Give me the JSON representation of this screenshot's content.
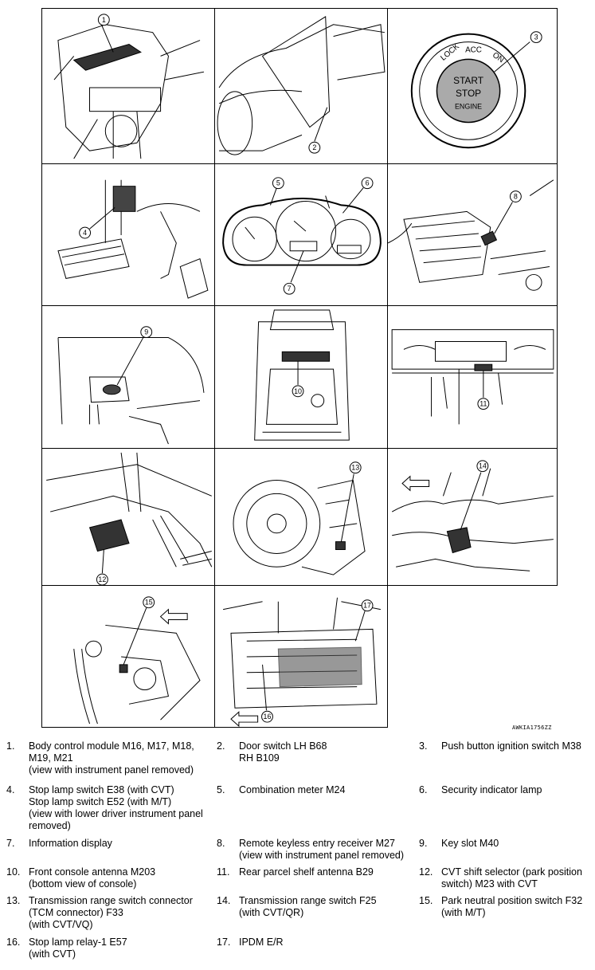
{
  "drawing_id": "AWKIA1756ZZ",
  "ignition_labels": {
    "lock": "LOCK",
    "acc": "ACC",
    "on": "ON",
    "start": "START",
    "stop": "STOP",
    "engine": "ENGINE"
  },
  "callouts": [
    "1",
    "2",
    "3",
    "4",
    "5",
    "6",
    "7",
    "8",
    "9",
    "10",
    "11",
    "12",
    "13",
    "14",
    "15",
    "16",
    "17"
  ],
  "legend": [
    {
      "num": "1.",
      "text": "Body control module M16, M17, M18,\nM19, M21\n(view with instrument panel removed)"
    },
    {
      "num": "2.",
      "text": "Door switch LH B68\nRH B109"
    },
    {
      "num": "3.",
      "text": "Push button ignition switch M38"
    },
    {
      "num": "4.",
      "text": "Stop lamp switch E38 (with CVT)\nStop lamp switch E52 (with M/T)\n(view with lower driver instrument panel\nremoved)"
    },
    {
      "num": "5.",
      "text": "Combination meter M24"
    },
    {
      "num": "6.",
      "text": "Security indicator lamp"
    },
    {
      "num": "7.",
      "text": "Information display"
    },
    {
      "num": "8.",
      "text": "Remote keyless entry receiver M27\n(view with instrument panel removed)"
    },
    {
      "num": "9.",
      "text": "Key slot M40"
    },
    {
      "num": "10.",
      "text": "Front console antenna M203\n(bottom view of console)"
    },
    {
      "num": "11.",
      "text": " Rear parcel shelf antenna B29"
    },
    {
      "num": "12.",
      "text": "CVT shift selector (park position\nswitch) M23 with CVT"
    },
    {
      "num": "13.",
      "text": "Transmission range switch connector\n(TCM connector) F33\n(with CVT/VQ)"
    },
    {
      "num": "14.",
      "text": "Transmission range switch F25\n(with CVT/QR)"
    },
    {
      "num": "15.",
      "text": "Park neutral position switch F32\n(with M/T)"
    },
    {
      "num": "16.",
      "text": "Stop lamp relay-1 E57\n(with CVT)"
    },
    {
      "num": "17.",
      "text": "IPDM E/R"
    }
  ]
}
